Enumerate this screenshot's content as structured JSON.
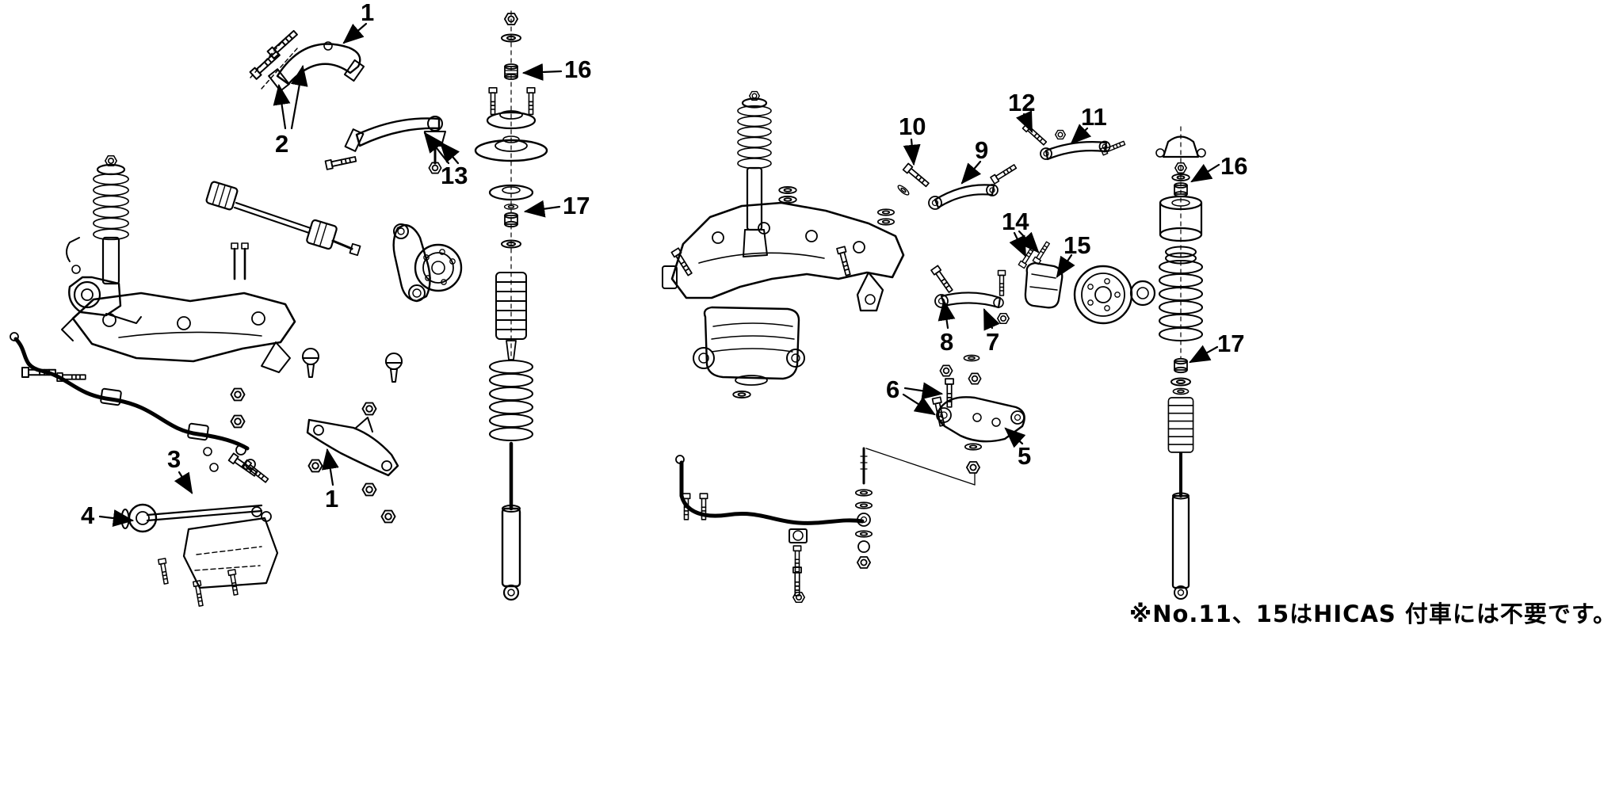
{
  "diagram": {
    "type": "exploded-parts-diagram",
    "subject": "front-and-rear-suspension",
    "note": "※No.11、15はHICAS 付車には不要です。",
    "colors": {
      "line": "#000000",
      "background": "#ffffff"
    },
    "callouts": [
      {
        "label": "1",
        "part": "front-upper-control-arm"
      },
      {
        "label": "2",
        "part": "front-upper-arm-bolts"
      },
      {
        "label": "13",
        "part": "front-upper-link-assembly"
      },
      {
        "label": "16",
        "part": "front-strut-bump-stop"
      },
      {
        "label": "17",
        "part": "front-strut-piston-nut"
      },
      {
        "label": "3",
        "part": "front-tension-rod"
      },
      {
        "label": "4",
        "part": "tension-rod-bushing"
      },
      {
        "label": "1",
        "part": "front-lower-arm"
      },
      {
        "label": "10",
        "part": "rear-upper-link-bolt"
      },
      {
        "label": "9",
        "part": "rear-upper-link"
      },
      {
        "label": "12",
        "part": "rear-camber-link-bolt"
      },
      {
        "label": "11",
        "part": "rear-camber-link"
      },
      {
        "label": "16",
        "part": "rear-strut-bushing"
      },
      {
        "label": "14",
        "part": "rear-caliper-bolts"
      },
      {
        "label": "15",
        "part": "rear-brake-caliper"
      },
      {
        "label": "8",
        "part": "rear-lower-link-bolt"
      },
      {
        "label": "7",
        "part": "rear-lower-link"
      },
      {
        "label": "17",
        "part": "rear-strut-piston-nut"
      },
      {
        "label": "6",
        "part": "rear-lower-arm-bolts"
      },
      {
        "label": "5",
        "part": "rear-lower-arm"
      }
    ]
  }
}
